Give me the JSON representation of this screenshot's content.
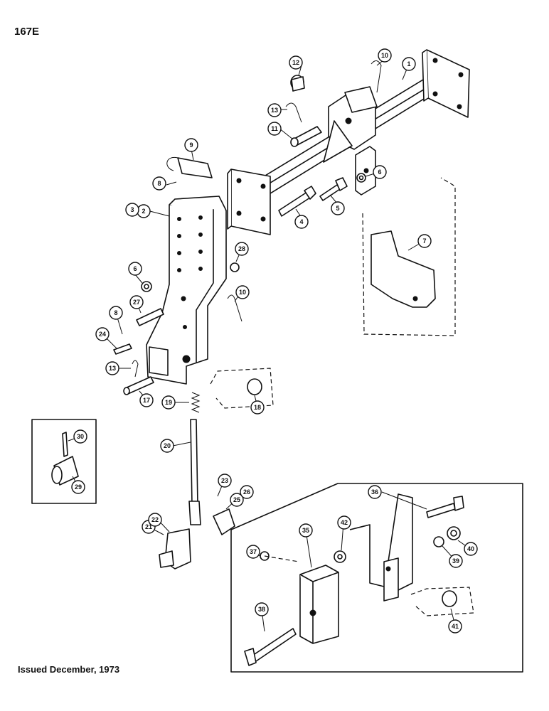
{
  "page_code": "167E",
  "issued": "Issued December, 1973",
  "callouts": [
    "1",
    "2",
    "3",
    "4",
    "5",
    "6",
    "6",
    "7",
    "8",
    "8",
    "9",
    "10",
    "10",
    "11",
    "12",
    "13",
    "13",
    "17",
    "18",
    "19",
    "20",
    "21",
    "22",
    "23",
    "24",
    "25",
    "26",
    "27",
    "28",
    "29",
    "30",
    "35",
    "36",
    "37",
    "38",
    "39",
    "40",
    "41",
    "42"
  ]
}
